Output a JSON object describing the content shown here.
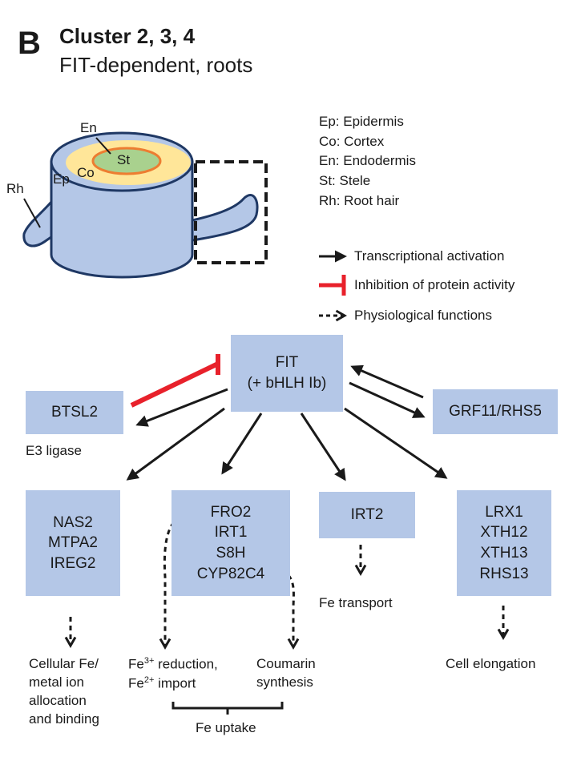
{
  "panel": {
    "letter": "B",
    "title": "Cluster 2, 3, 4",
    "subtitle": "FIT-dependent, roots"
  },
  "root_diagram": {
    "labels": {
      "en": "En",
      "st": "St",
      "co": "Co",
      "ep": "Ep",
      "rh": "Rh"
    },
    "colors": {
      "epidermis": "#b4c7e7",
      "cortex": "#ffe699",
      "stele": "#a9d18e",
      "endodermis": "#ed7d31",
      "outline": "#1f3864"
    }
  },
  "legend": {
    "abbreviations": [
      "Ep: Epidermis",
      "Co: Cortex",
      "En: Endodermis",
      "St:  Stele",
      "Rh: Root hair"
    ],
    "arrows": {
      "activation": "Transcriptional activation",
      "inhibition": "Inhibition of protein activity",
      "physiological": "Physiological functions"
    },
    "inhibition_color": "#e8212b"
  },
  "nodes": {
    "fit": [
      "FIT",
      "(+ bHLH Ib)"
    ],
    "btsl2": [
      "BTSL2"
    ],
    "grf11": [
      "GRF11/RHS5"
    ],
    "nas": [
      "NAS2",
      "MTPA2",
      "IREG2"
    ],
    "fro": [
      "FRO2",
      "IRT1",
      "S8H",
      "CYP82C4"
    ],
    "irt2": [
      "IRT2"
    ],
    "lrx": [
      "LRX1",
      "XTH12",
      "XTH13",
      "RHS13"
    ]
  },
  "box_color": "#b4c7e7",
  "captions": {
    "e3": "E3 ligase",
    "cellular": [
      "Cellular Fe/",
      "metal ion",
      "allocation",
      "and binding"
    ],
    "fe3_base": "Fe",
    "fe3_sup": "3+",
    "fe3_rest": " reduction,",
    "fe2_base": "Fe",
    "fe2_sup": "2+",
    "fe2_rest": " import",
    "coumarin": [
      "Coumarin",
      "synthesis"
    ],
    "fe_transport": "Fe transport",
    "cell_elongation": "Cell elongation",
    "fe_uptake": "Fe uptake"
  }
}
